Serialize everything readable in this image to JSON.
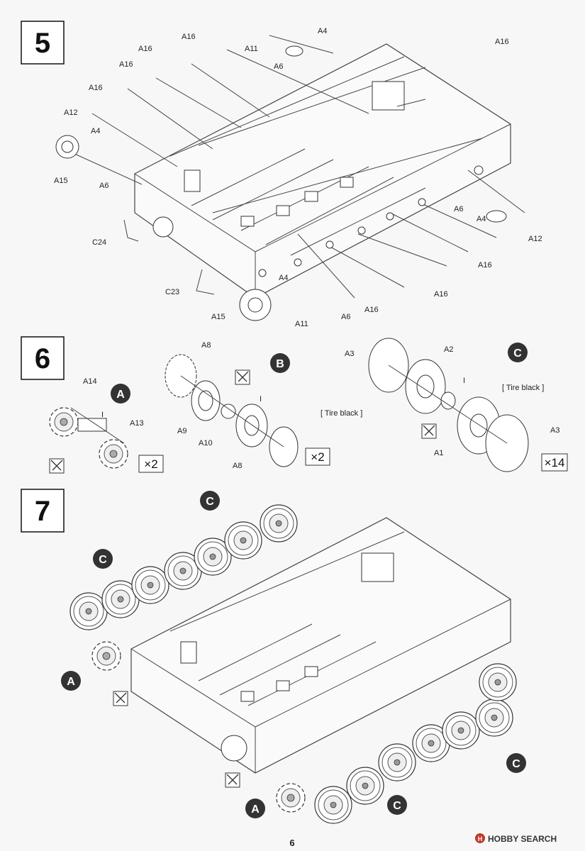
{
  "page_number": "6",
  "watermark": {
    "logo_letter": "H",
    "text": "HOBBY SEARCH"
  },
  "steps": [
    {
      "number": "5",
      "labels": [
        "A4",
        "A11",
        "A6",
        "A16",
        "A16",
        "A16",
        "A16",
        "A12",
        "A4",
        "A15",
        "A6",
        "C24",
        "C23",
        "A15",
        "A4",
        "A11",
        "A6",
        "A16",
        "A16",
        "A16",
        "A6",
        "A4",
        "A12",
        "A16"
      ]
    },
    {
      "number": "6",
      "sub_a": {
        "marker": "A",
        "labels": [
          "A14",
          "I",
          "A13"
        ],
        "multiplier": "×2"
      },
      "sub_b": {
        "marker": "B",
        "labels": [
          "A8",
          "I",
          "A9",
          "A10",
          "A8"
        ],
        "multiplier": "×2"
      },
      "sub_c": {
        "marker": "C",
        "labels": [
          "A3",
          "A2",
          "I",
          "A1",
          "A3"
        ],
        "tire_labels": [
          "[ Tire black ]",
          "[ Tire black ]"
        ],
        "multiplier": "×14"
      }
    },
    {
      "number": "7",
      "markers": [
        "C",
        "C",
        "A",
        "C",
        "C",
        "A"
      ]
    }
  ]
}
